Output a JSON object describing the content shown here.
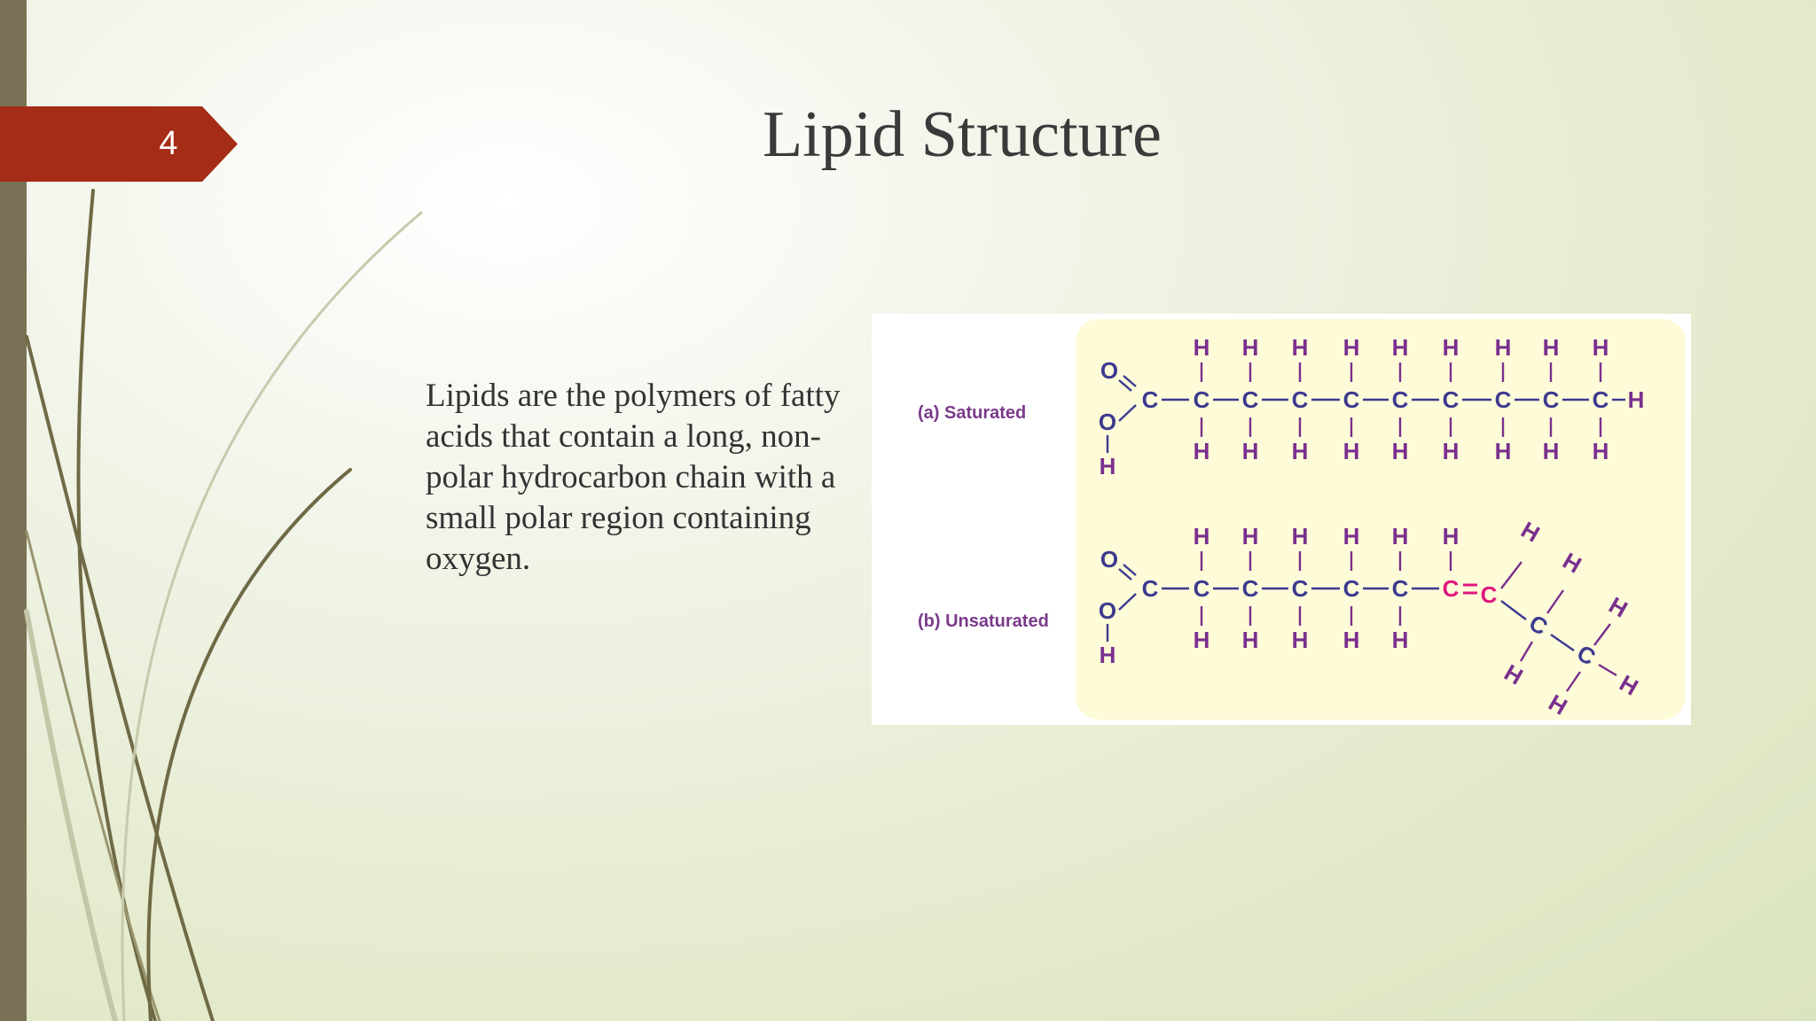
{
  "slide": {
    "page_number": "4",
    "title": "Lipid Structure",
    "body": "Lipids are the polymers of fatty acids that contain a long, non-polar hydrocarbon chain with a small polar region containing oxygen."
  },
  "figure": {
    "label_saturated": "(a) Saturated",
    "label_unsaturated": "(b) Unsaturated",
    "atoms": {
      "carbon": "C",
      "hydrogen": "H",
      "oxygen": "O"
    }
  },
  "colors": {
    "accent_arrow": "#a52d17",
    "left_bar": "#7a7256",
    "carbon_color": "#3c3a8f",
    "hydrogen_color": "#7a2f8e",
    "double_bond_color": "#e0177e",
    "molecule_panel": "#fdfbd8"
  }
}
